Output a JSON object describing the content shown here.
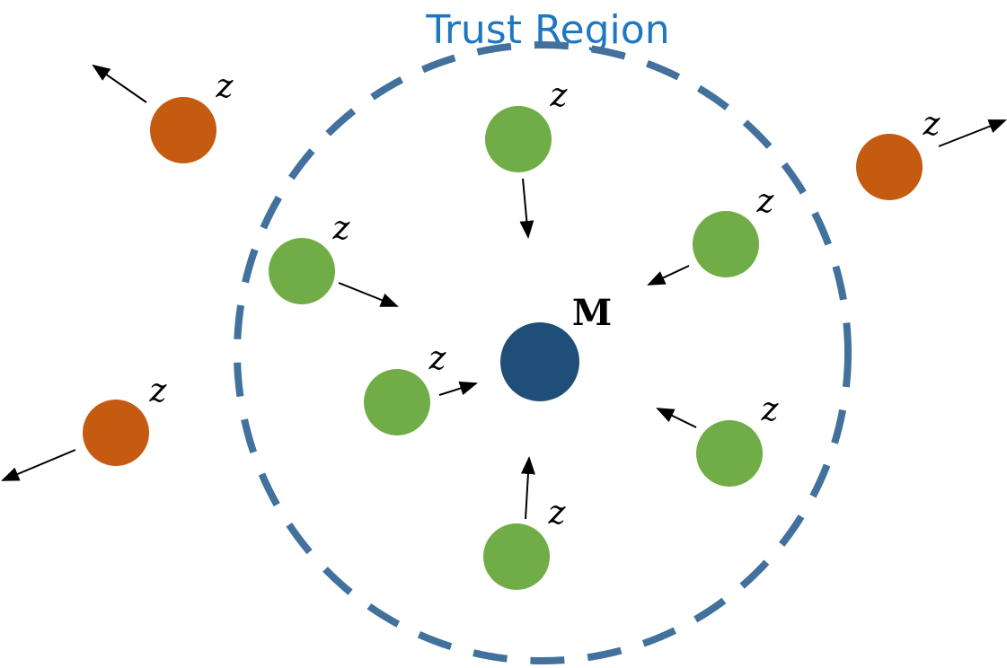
{
  "title": "Trust Region",
  "center_label": "M",
  "colors": {
    "title": "#1F77C0",
    "region_border": "#41719C",
    "center_node": "#1F4E79",
    "inside_node": "#70AD47",
    "outside_node": "#C55A11",
    "arrow": "#000000",
    "label": "#000000"
  },
  "nodes": [
    {
      "label": "z",
      "kind": "outside",
      "arrow": "outward"
    },
    {
      "label": "z",
      "kind": "outside",
      "arrow": "outward"
    },
    {
      "label": "z",
      "kind": "outside",
      "arrow": "outward"
    },
    {
      "label": "z",
      "kind": "inside",
      "arrow": "inward"
    },
    {
      "label": "z",
      "kind": "inside",
      "arrow": "inward"
    },
    {
      "label": "z",
      "kind": "inside",
      "arrow": "inward"
    },
    {
      "label": "z",
      "kind": "inside",
      "arrow": "inward"
    },
    {
      "label": "z",
      "kind": "inside",
      "arrow": "inward"
    },
    {
      "label": "z",
      "kind": "inside",
      "arrow": "inward"
    }
  ]
}
